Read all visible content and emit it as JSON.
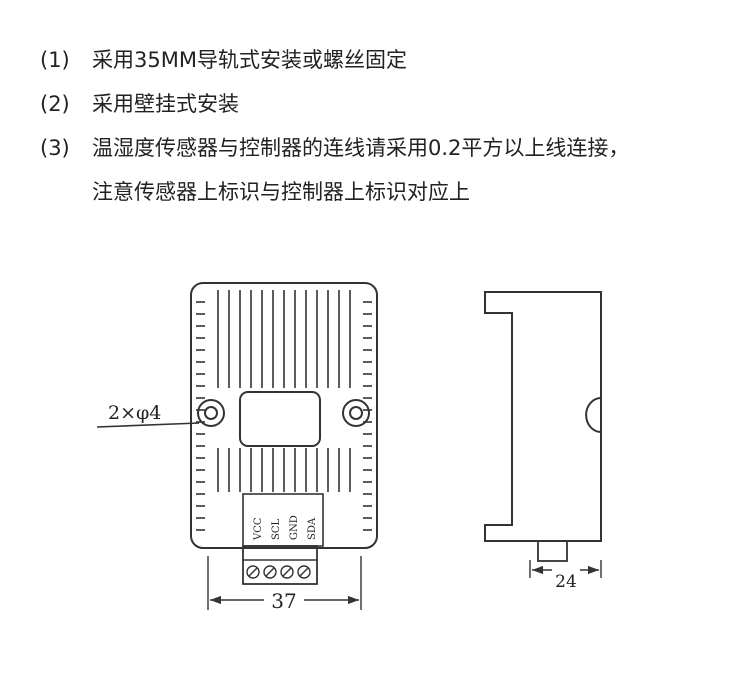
{
  "notes": [
    {
      "number": "(1)",
      "text": "采用35MM导轨式安装或螺丝固定"
    },
    {
      "number": "(2)",
      "text": "采用壁挂式安装"
    },
    {
      "number": "(3)",
      "text": "温湿度传感器与控制器的连线请采用0.2平方以上线连接，"
    },
    {
      "number": "",
      "text": "注意传感器上标识与控制器上标识对应上"
    }
  ],
  "front_view": {
    "hole_label": "2×φ4",
    "width_dimension": "37",
    "terminals": [
      "VCC",
      "SCL",
      "GND",
      "SDA"
    ]
  },
  "side_view": {
    "width_dimension": "24"
  }
}
